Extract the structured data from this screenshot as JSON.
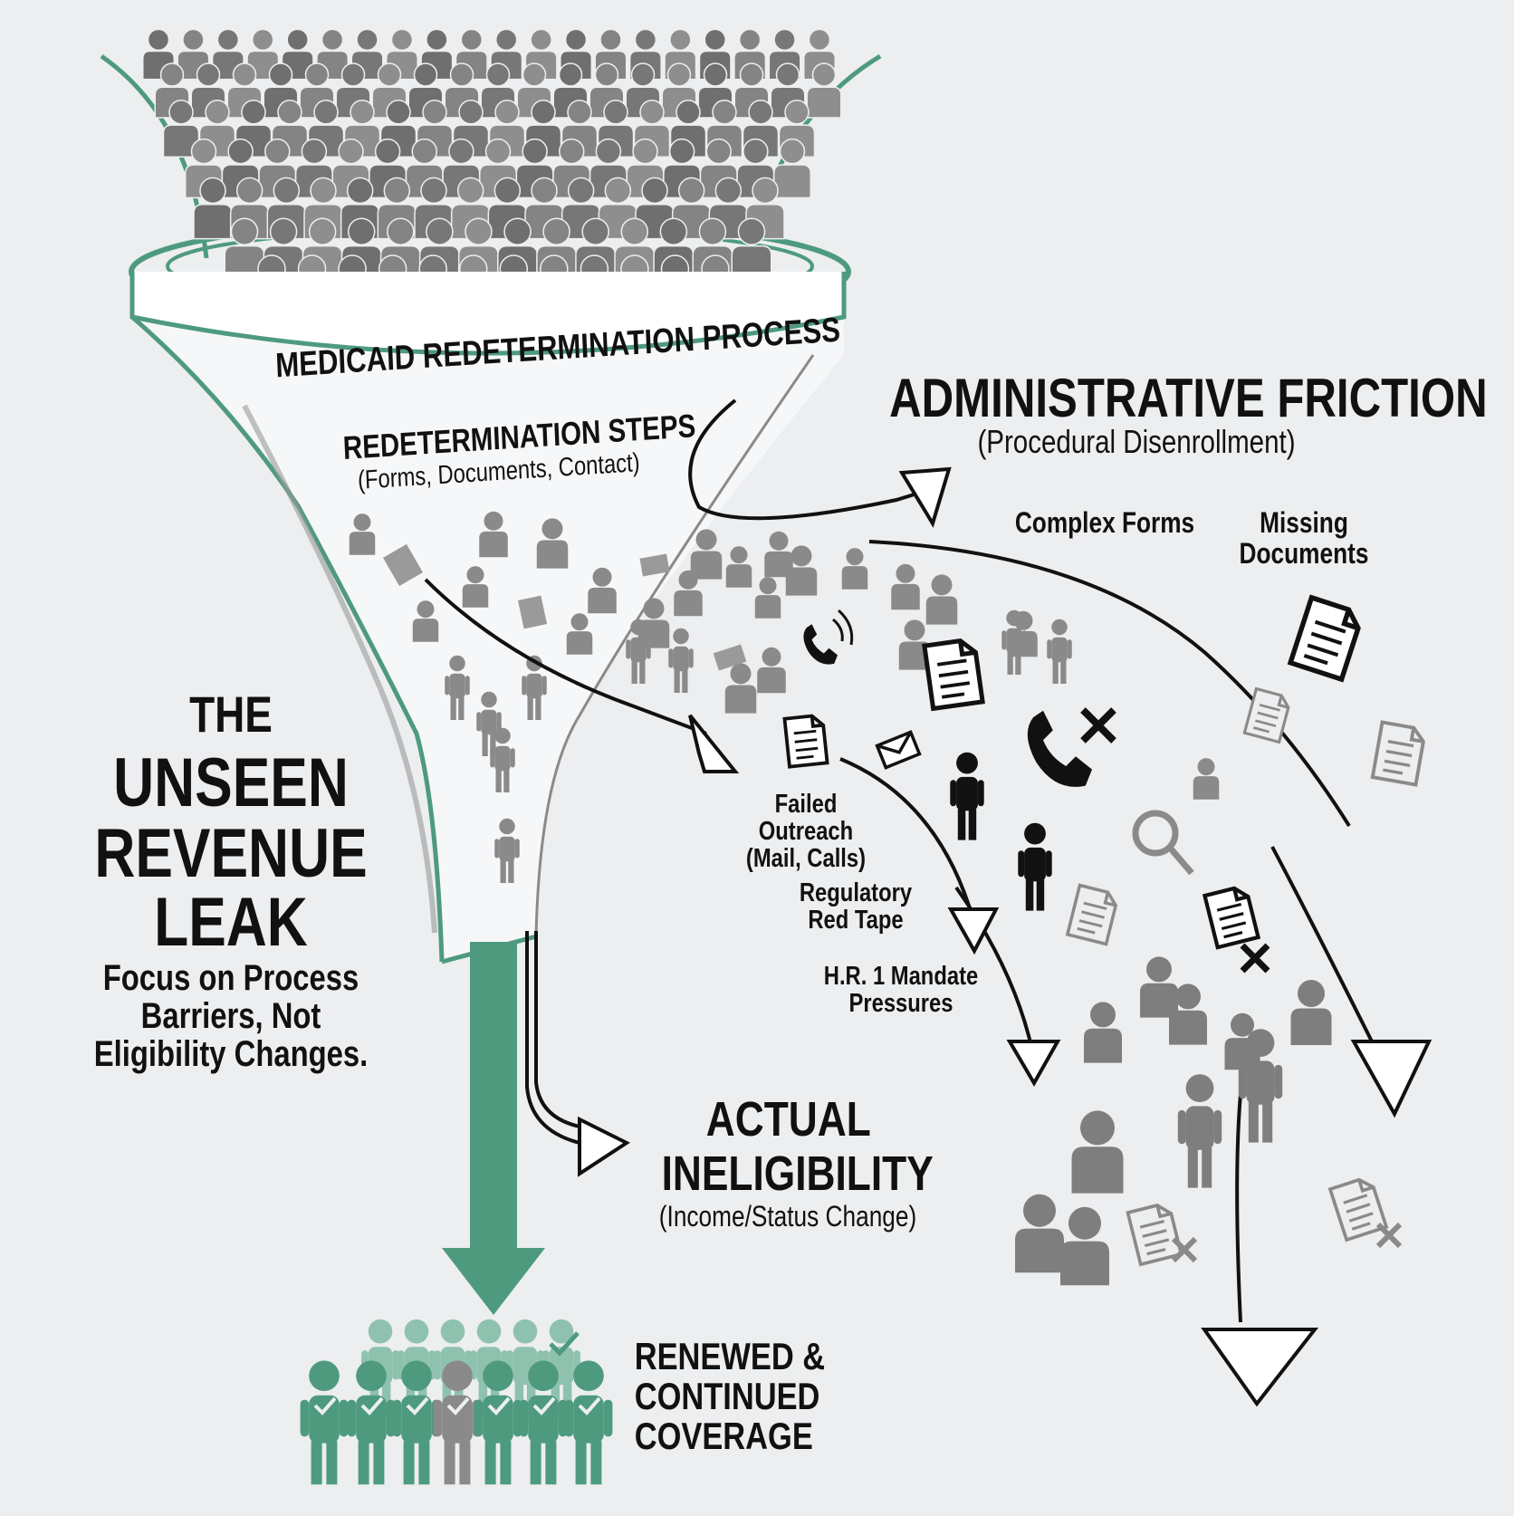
{
  "funnel": {
    "band_label": "MEDICAID REDETERMINATION PROCESS",
    "steps_title": "REDETERMINATION STEPS",
    "steps_sub": "(Forms, Documents, Contact)"
  },
  "headline": {
    "line1": "THE",
    "line2": "UNSEEN",
    "line3": "REVENUE",
    "line4": "LEAK",
    "sub1": "Focus on Process",
    "sub2": "Barriers, Not",
    "sub3": "Eligibility Changes."
  },
  "friction": {
    "title": "ADMINISTRATIVE FRICTION",
    "sub": "(Procedural Disenrollment)",
    "complex_forms": "Complex Forms",
    "missing_1": "Missing",
    "missing_2": "Documents"
  },
  "barriers": {
    "outreach_1": "Failed",
    "outreach_2": "Outreach",
    "outreach_3": "(Mail, Calls)",
    "tape_1": "Regulatory",
    "tape_2": "Red Tape",
    "hr1_1": "H.R. 1 Mandate",
    "hr1_2": "Pressures"
  },
  "ineligibility": {
    "line1": "ACTUAL",
    "line2": "INELIGIBILITY",
    "sub": "(Income/Status Change)"
  },
  "renewed": {
    "line1": "RENEWED &",
    "line2": "CONTINUED",
    "line3": "COVERAGE"
  },
  "colors": {
    "green": "#4e9a7e",
    "crowd": "#7e7e7e",
    "ink": "#111111",
    "background": "#eceef0"
  },
  "icons": [
    "person-icon",
    "document-icon",
    "envelope-icon",
    "phone-icon",
    "phone-blocked-icon",
    "magnifier-icon",
    "rejected-document-icon",
    "checkmark-icon"
  ]
}
